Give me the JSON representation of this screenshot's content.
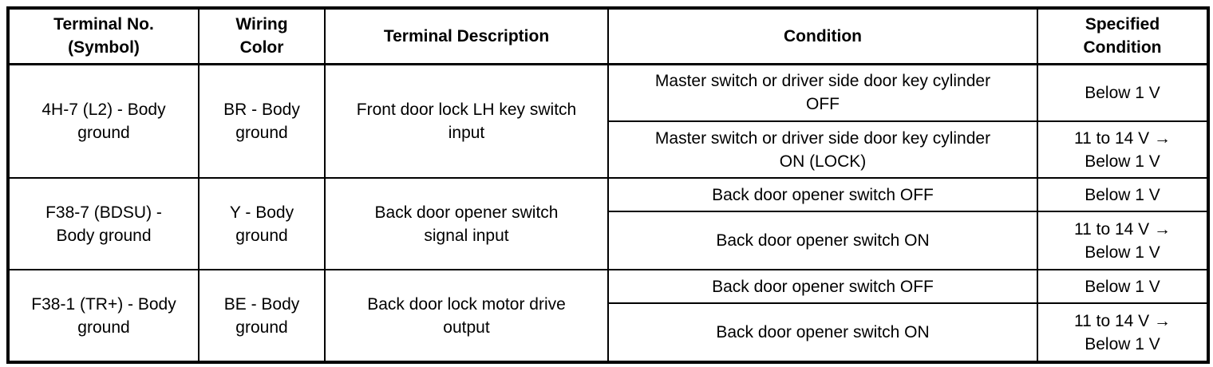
{
  "table": {
    "headers": [
      "Terminal No.\n(Symbol)",
      "Wiring\nColor",
      "Terminal Description",
      "Condition",
      "Specified\nCondition"
    ],
    "rows": [
      {
        "terminal": "4H-7 (L2) - Body\nground",
        "wiring_color": "BR - Body\nground",
        "description": "Front door lock LH key switch\ninput",
        "conditions": [
          {
            "condition": "Master switch or driver side door key cylinder\nOFF",
            "specified": "Below 1 V"
          },
          {
            "condition": "Master switch or driver side door key cylinder\nON (LOCK)",
            "specified": "11 to 14 V →\nBelow 1 V"
          }
        ]
      },
      {
        "terminal": "F38-7 (BDSU) -\nBody ground",
        "wiring_color": "Y - Body\nground",
        "description": "Back door opener switch\nsignal input",
        "conditions": [
          {
            "condition": "Back door opener switch OFF",
            "specified": "Below 1 V"
          },
          {
            "condition": "Back door opener switch ON",
            "specified": "11 to 14 V →\nBelow 1 V"
          }
        ]
      },
      {
        "terminal": "F38-1 (TR+) - Body\nground",
        "wiring_color": "BE - Body\nground",
        "description": "Back door lock motor drive\noutput",
        "conditions": [
          {
            "condition": "Back door opener switch OFF",
            "specified": "Below 1 V"
          },
          {
            "condition": "Back door opener switch ON",
            "specified": "11 to 14 V →\nBelow 1 V"
          }
        ]
      }
    ],
    "colors": {
      "border": "#000000",
      "text": "#000000",
      "background": "#ffffff"
    }
  }
}
